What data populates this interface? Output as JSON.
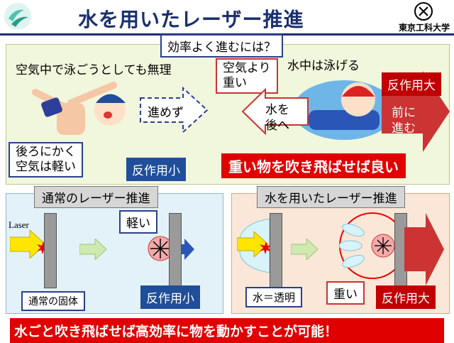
{
  "title": "水を用いたレーザー推進",
  "institution": "東京工科大学",
  "top_panel": {
    "heading": "効率よく進むには？",
    "air_caption": "空気中で泳ごうとしても無理",
    "water_caption": "水中は泳げる",
    "no_progress": "進めず",
    "push_back_air": "後ろにかく\n空気は軽い",
    "reaction_small": "反作用小",
    "heavier": "空気より\n重い",
    "water_back": "水を\n後へ",
    "reaction_large": "反作用大",
    "move_forward": "前に\n進む",
    "conclusion": "重い物を吹き飛ばせば良い"
  },
  "left_panel": {
    "heading": "通常のレーザー推進",
    "laser": "Laser",
    "light": "軽い",
    "solid": "通常の固体",
    "reaction_small": "反作用小"
  },
  "right_panel": {
    "heading": "水を用いたレーザー推進",
    "water_clear": "水＝透明",
    "heavy": "重い",
    "reaction_large": "反作用大"
  },
  "bottom_banner": "水ごと吹き飛ばせば高効率に物を動かすことが可能！",
  "colors": {
    "title": "#1a2f6e",
    "red": "#e00000",
    "blue_box": "#1f4e9a",
    "top_bg": "#f1f7dc",
    "left_bg": "#e3f2f8",
    "right_bg": "#fbe7d7"
  }
}
